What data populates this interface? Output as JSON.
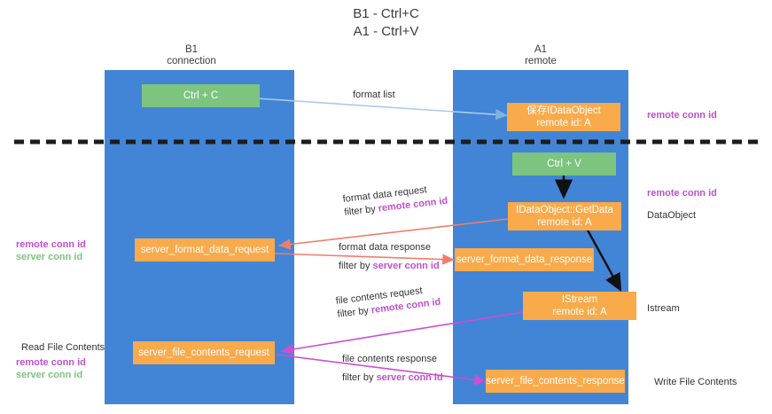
{
  "title": {
    "line1": "B1 - Ctrl+C",
    "line2": "A1 - Ctrl+V"
  },
  "columns": [
    {
      "name": "B1",
      "sub": "connection"
    },
    {
      "name": "A1",
      "sub": "remote"
    }
  ],
  "nodes": {
    "ctrl_c": "Ctrl + C",
    "ctrl_v": "Ctrl + V",
    "idataobject_save_l1": "保存IDataObject",
    "idataobject_save_l2": "remote id: A",
    "getdata_l1": "IDataObject::GetData",
    "getdata_l2": "remote id: A",
    "istream_l1": "IStream",
    "istream_l2": "remote id: A",
    "server_format_data_request": "server_format_data_request",
    "server_format_data_response": "server_format_data_response",
    "server_file_contents_request": "server_file_contents_request",
    "server_file_contents_response": "server_file_contents_response"
  },
  "edges": {
    "format_list": "format list",
    "format_data_request": "format data request",
    "format_data_request_filter_prefix": "filter by ",
    "format_data_request_filter_key": "remote conn id",
    "format_data_response": "format data response",
    "format_data_response_filter_prefix": "filter by ",
    "format_data_response_filter_key": "server conn id",
    "file_contents_request": "file contents request",
    "file_contents_request_filter_prefix": "filter by ",
    "file_contents_request_filter_key": "remote conn id",
    "file_contents_response": "file contents response",
    "file_contents_response_filter_prefix": "filter by ",
    "file_contents_response_filter_key": "server conn id"
  },
  "annotations": {
    "right_remote_conn_id_top": "remote conn id",
    "right_remote_conn_id_mid": "remote conn id",
    "right_dataobject": "DataObject",
    "right_istream": "Istream",
    "right_write_file_contents": "Write File Contents",
    "left_remote_conn_id": "remote conn id",
    "left_server_conn_id": "server conn id",
    "left_read_file_contents": "Read File Contents",
    "left_remote_conn_id_2": "remote conn id",
    "left_server_conn_id_2": "server conn id"
  },
  "colors": {
    "lane": "#4285d6",
    "green_node": "#7cc47f",
    "orange_node": "#f9aa4b",
    "purple_text": "#c04fd0",
    "green_text": "#7cc47f",
    "arrow_blue": "#a9cbe8",
    "arrow_red": "#ef7d6e",
    "arrow_purple": "#cc4fd0",
    "arrow_black": "#111111",
    "divider": "#1c1c1c"
  }
}
